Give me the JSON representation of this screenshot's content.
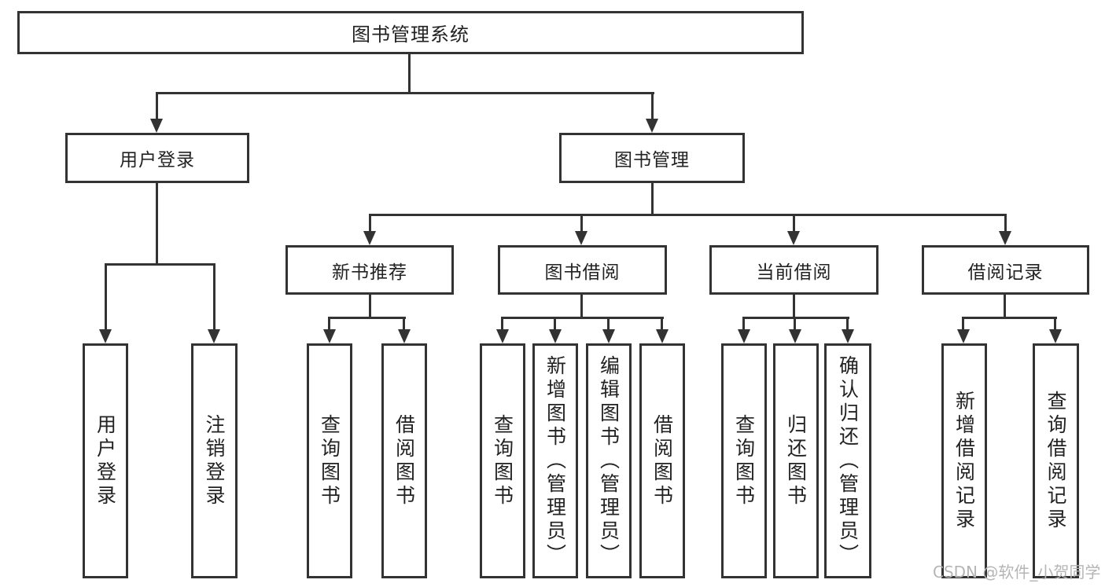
{
  "tree": {
    "label": "图书管理系统",
    "children": [
      {
        "label": "用户登录",
        "children": [
          {
            "label": "用户登录"
          },
          {
            "label": "注销登录"
          }
        ]
      },
      {
        "label": "图书管理",
        "children": [
          {
            "label": "新书推荐",
            "children": [
              {
                "label": "查询图书"
              },
              {
                "label": "借阅图书"
              }
            ]
          },
          {
            "label": "图书借阅",
            "children": [
              {
                "label": "查询图书"
              },
              {
                "label": "新增图书（管理员）"
              },
              {
                "label": "编辑图书（管理员）"
              },
              {
                "label": "借阅图书"
              }
            ]
          },
          {
            "label": "当前借阅",
            "children": [
              {
                "label": "查询图书"
              },
              {
                "label": "归还图书"
              },
              {
                "label": "确认归还（管理员）"
              }
            ]
          },
          {
            "label": "借阅记录",
            "children": [
              {
                "label": "新增借阅记录"
              },
              {
                "label": "查询借阅记录"
              }
            ]
          }
        ]
      }
    ]
  },
  "watermark": {
    "text": "CSDN @软件_小贺同学"
  },
  "colors": {
    "line": "#333333",
    "box_border": "#333333",
    "text": "#222222",
    "background": "#ffffff",
    "watermark": "#b5b5b5"
  }
}
